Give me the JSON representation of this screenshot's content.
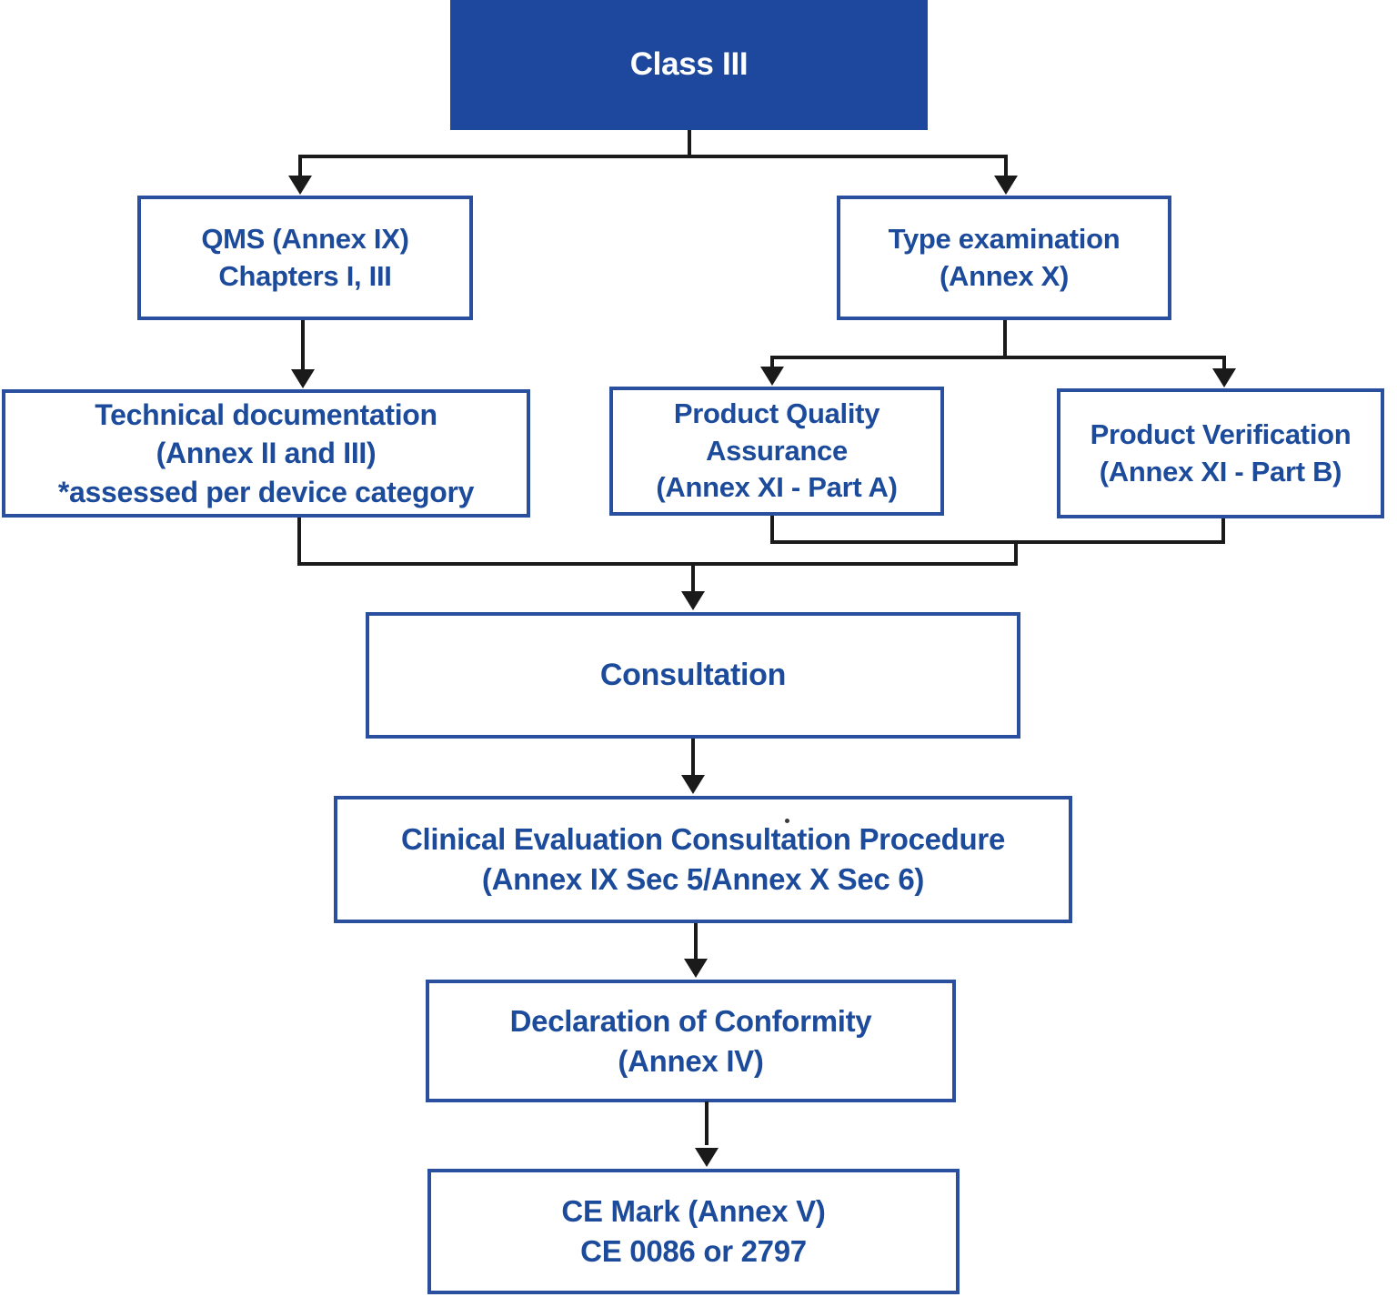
{
  "colors": {
    "box_fill": "#1e489d",
    "box_border": "#2b4f9f",
    "text_blue": "#1d4b9c",
    "text_white": "#ffffff",
    "line_color": "#1a1a1a"
  },
  "nodes": {
    "class_iii": {
      "lines": [
        "Class III"
      ]
    },
    "qms": {
      "lines": [
        "QMS (Annex IX)",
        "Chapters I, III"
      ]
    },
    "type_examination": {
      "lines": [
        "Type examination",
        "(Annex X)"
      ]
    },
    "technical_documentation": {
      "lines": [
        "Technical documentation",
        "(Annex II and III)",
        "*assessed per device category"
      ]
    },
    "product_quality_assurance": {
      "lines": [
        "Product Quality",
        "Assurance",
        "(Annex XI - Part A)"
      ]
    },
    "product_verification": {
      "lines": [
        "Product Verification",
        "(Annex XI - Part B)"
      ]
    },
    "consultation": {
      "lines": [
        "Consultation"
      ]
    },
    "clinical_evaluation": {
      "lines": [
        "Clinical Evaluation Consultation Procedure",
        "(Annex IX Sec 5/Annex X Sec 6)"
      ]
    },
    "declaration_of_conformity": {
      "lines": [
        "Declaration of Conformity",
        "(Annex IV)"
      ]
    },
    "ce_mark": {
      "lines": [
        "CE Mark (Annex V)",
        "CE 0086 or 2797"
      ]
    }
  }
}
